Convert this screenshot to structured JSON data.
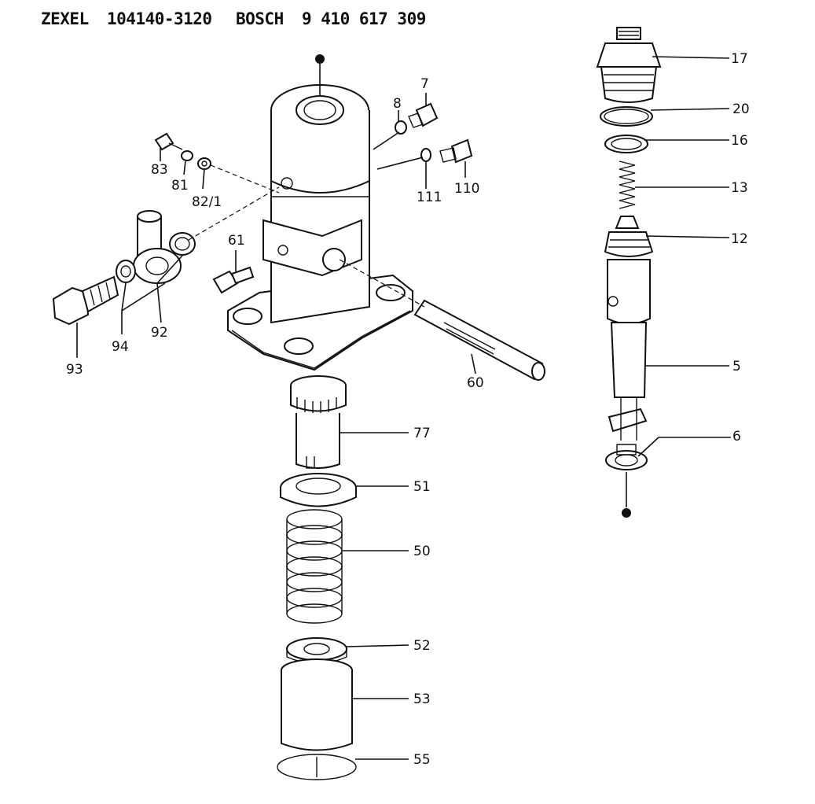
{
  "header": {
    "brand1": "ZEXEL",
    "part1": "104140-3120",
    "brand2": "BOSCH",
    "part2": "9 410 617 309"
  },
  "callouts": [
    "17",
    "20",
    "16",
    "13",
    "12",
    "5",
    "6",
    "7",
    "8",
    "110",
    "111",
    "83",
    "81",
    "82/1",
    "61",
    "92",
    "93",
    "94",
    "60",
    "77",
    "51",
    "50",
    "52",
    "53",
    "55"
  ],
  "colors": {
    "ink": "#111111",
    "paper": "#ffffff"
  }
}
